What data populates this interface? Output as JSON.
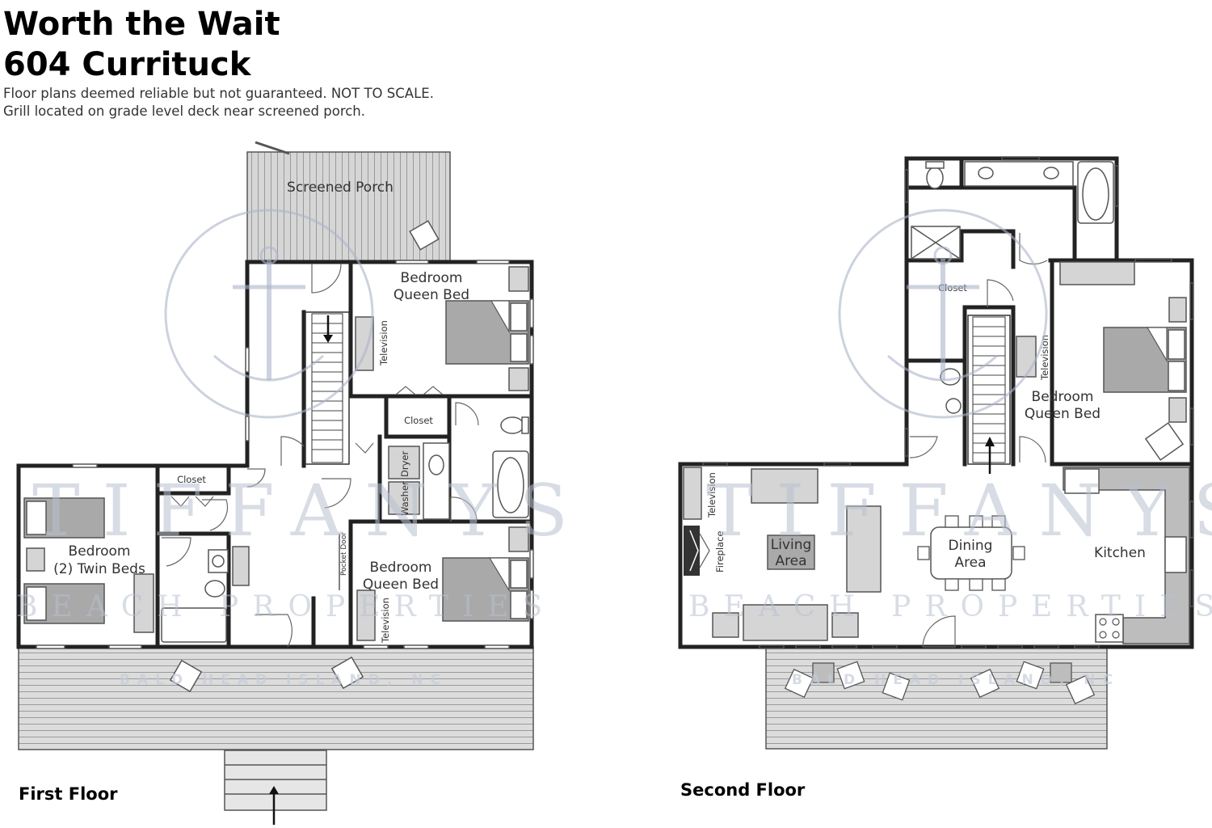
{
  "header": {
    "title_line1": "Worth the Wait",
    "title_line2": "604 Currituck",
    "note_line1": "Floor plans deemed reliable but not guaranteed.  NOT TO SCALE.",
    "note_line2": "Grill located on grade level deck near screened porch."
  },
  "first_floor": {
    "label": "First Floor",
    "rooms": {
      "screened_porch": "Screened Porch",
      "bedroom_a": "Bedroom",
      "bedroom_a_bed": "Queen Bed",
      "bedroom_b": "Bedroom",
      "bedroom_b_bed": "Queen Bed",
      "bedroom_c": "Bedroom",
      "bedroom_c_bed": "(2) Twin Beds",
      "closet_a": "Closet",
      "closet_b": "Closet",
      "washer": "Washer",
      "dryer": "Dryer",
      "pocket_door": "Pocket Door",
      "television_a": "Television",
      "television_b": "Television"
    }
  },
  "second_floor": {
    "label": "Second Floor",
    "rooms": {
      "closet": "Closet",
      "bedroom": "Bedroom",
      "bedroom_bed": "Queen Bed",
      "television_a": "Television",
      "television_b": "Television",
      "fireplace": "Fireplace",
      "living_line1": "Living",
      "living_line2": "Area",
      "dining_line1": "Dining",
      "dining_line2": "Area",
      "kitchen": "Kitchen"
    }
  },
  "watermark": {
    "brand": "TIFFANYS",
    "sub": "BEACH PROPERTIES",
    "place_first": "BALD HEAD ISLAND, NC",
    "place_second": "BALD HEAD ISLAND, NC"
  }
}
